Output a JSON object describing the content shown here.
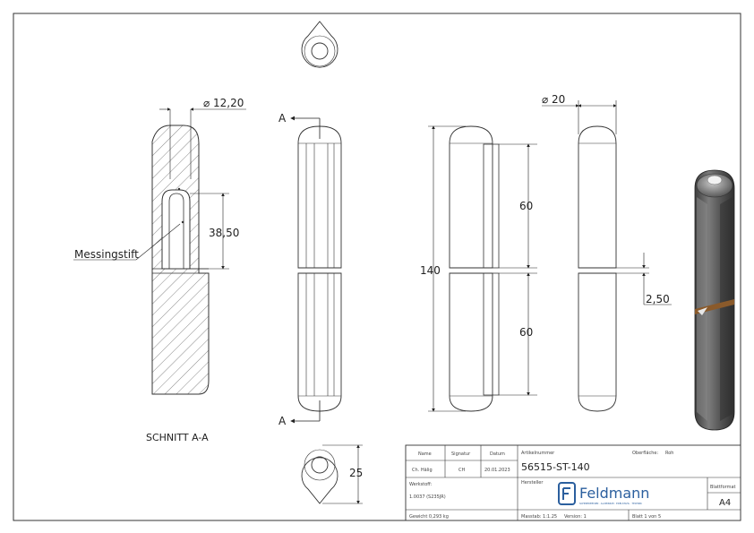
{
  "drawing": {
    "dim_diameter_small": "⌀ 12,20",
    "dim_diameter_large": "⌀ 20",
    "dim_pin_length": "38,50",
    "dim_total_length": "140",
    "dim_upper_half": "60",
    "dim_lower_half": "60",
    "dim_gap": "2,50",
    "dim_width": "25",
    "label_brass_pin": "Messingstift",
    "section_marker_top": "A",
    "section_marker_bottom": "A",
    "section_title": "SCHNITT A-A"
  },
  "title_block": {
    "name_header": "Name",
    "signature_header": "Signatur",
    "date_header": "Datum",
    "name_value": "Ch. Hälig",
    "signature_value": "CH",
    "date_value": "20.01.2023",
    "article_label": "Artikelnummer",
    "article_value": "56515-ST-140",
    "surface_label": "Oberfläche:",
    "surface_value": "Roh",
    "manufacturer_label": "Hersteller",
    "material_label": "Werkstoff:",
    "material_value": "1.0037 (S235JR)",
    "logo_text": "Feldmann",
    "logo_tagline": "SCHMIEDEEISEN · ALUMINIUM · EDELSTAHL · TECHNIK",
    "format_label": "Blattformat",
    "format_value": "A4",
    "weight_text": "Gewicht 0,293 kg",
    "scale_text": "Masstab: 1:1.25",
    "version_text": "Version: 1",
    "sheet_text": "Blatt 1 von 5"
  },
  "colors": {
    "line": "#333333",
    "dim_line": "#222222",
    "render_body": "#6a6a6a",
    "render_dark": "#4a4a4a",
    "brass_ring": "#8a5a2b",
    "logo_blue": "#2b5f9e"
  }
}
